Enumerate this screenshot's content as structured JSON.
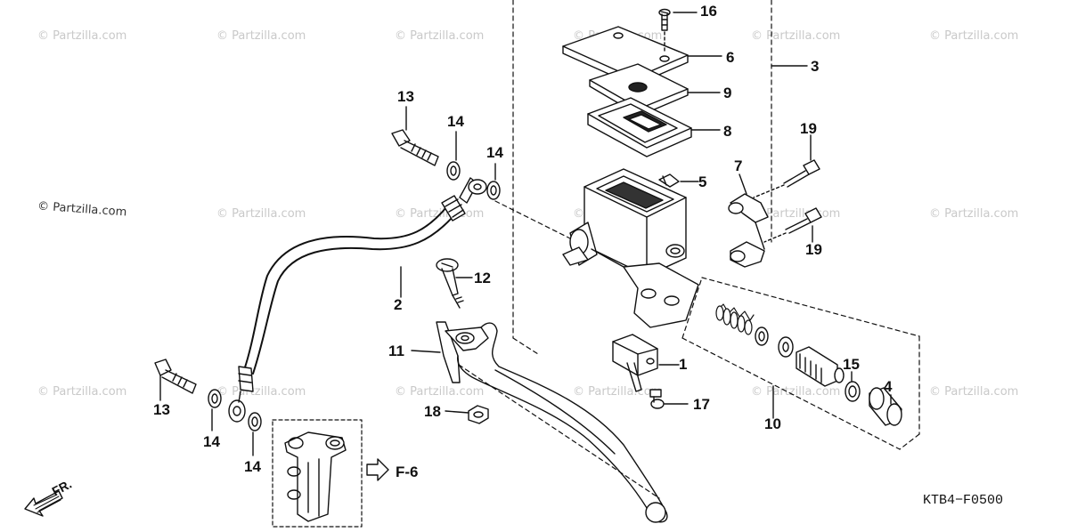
{
  "watermark": {
    "text": "© Partzilla.com",
    "strong_text": "© Partzilla.com"
  },
  "diagram_code": "KTB4−F0500",
  "direction_label": "FR.",
  "reference": {
    "label": "F-6"
  },
  "callouts": {
    "c1": "1",
    "c2": "2",
    "c3": "3",
    "c4": "4",
    "c5": "5",
    "c6": "6",
    "c7": "7",
    "c8": "8",
    "c9": "9",
    "c10": "10",
    "c11": "11",
    "c12": "12",
    "c13a": "13",
    "c13b": "13",
    "c14a": "14",
    "c14b": "14",
    "c14c": "14",
    "c14d": "14",
    "c15": "15",
    "c16": "16",
    "c17": "17",
    "c18": "18",
    "c19a": "19",
    "c19b": "19"
  },
  "colors": {
    "line": "#111111",
    "watermark": "#c9c9c9",
    "background": "#ffffff"
  }
}
